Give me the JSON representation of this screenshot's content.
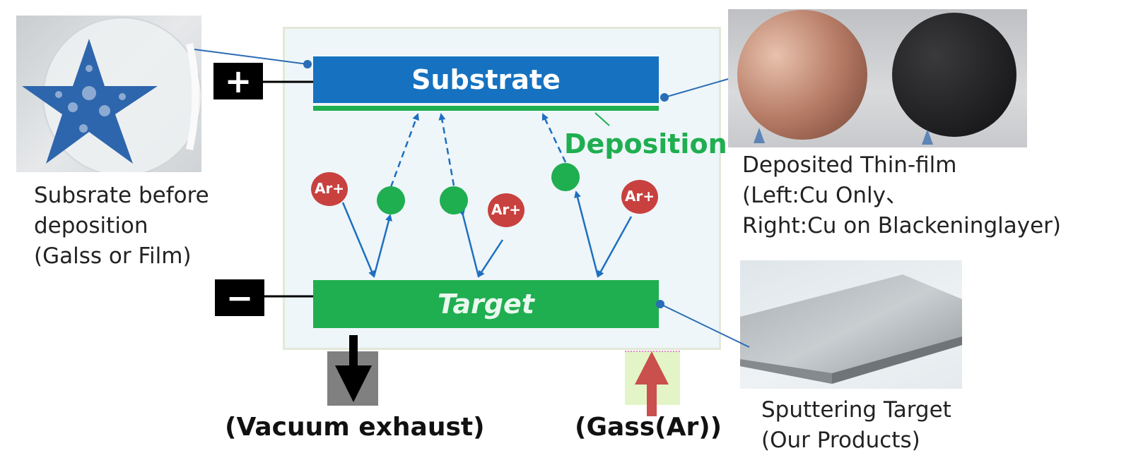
{
  "substrate_label": "Substrate",
  "target_label": "Target",
  "deposition_label": "Deposition",
  "plus_symbol": "+",
  "minus_symbol": "−",
  "ion_label": "Ar+",
  "substrate_before": {
    "lines": [
      "Subsrate before",
      "deposition",
      "(Galss or Film)"
    ]
  },
  "deposited_film": {
    "lines": [
      "Deposited Thin-film",
      "(Left:Cu Only、",
      "Right:Cu on  Blackeninglayer)"
    ]
  },
  "sputtering_target": {
    "lines": [
      "Sputtering Target",
      "(Our Products)"
    ]
  },
  "vacuum_exhaust_label": "(Vacuum exhaust)",
  "gas_label": "(Gass(Ar))",
  "colors": {
    "substrate": "#1672c0",
    "target": "#1fae50",
    "deposition_text": "#1fae50",
    "ion": "#c8413f",
    "atom": "#1fae50",
    "trajectory": "#1e6fc0",
    "gas_arrow": "#c9504c",
    "exhaust_box": "#808080",
    "gas_box": "#e3f5c6"
  }
}
